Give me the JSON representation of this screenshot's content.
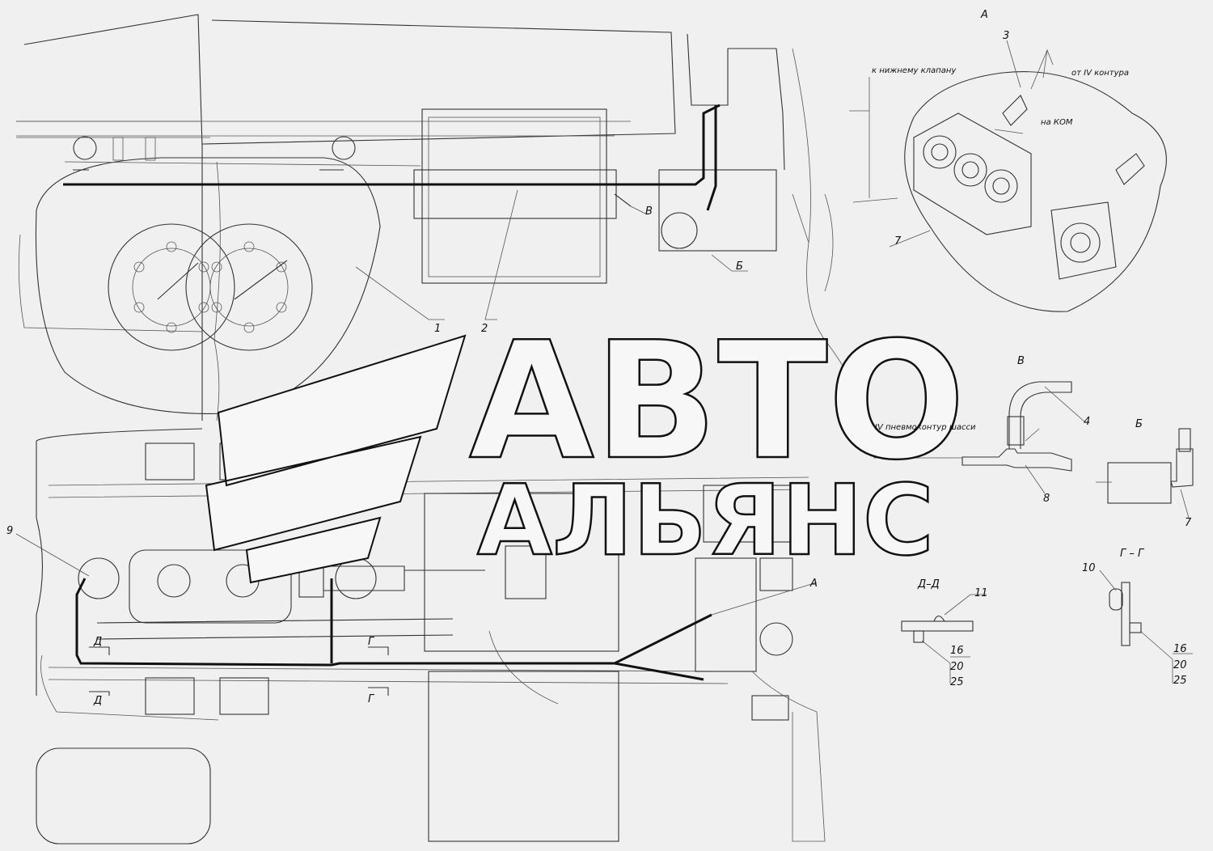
{
  "watermark": {
    "line1": "АВТО",
    "line2": "АЛЬЯНС"
  },
  "views": {
    "A": {
      "title": "А",
      "to_lower_valve": "к нижнему клапану",
      "from_circuit": "от IV контура",
      "to_pto": "на КОМ"
    },
    "B": {
      "title": "В",
      "circuit_label": "IV пневмоконтур шасси"
    },
    "Bsmall": {
      "title": "Б"
    },
    "DD": {
      "title": "Д–Д"
    },
    "GG": {
      "title": "Г – Г"
    }
  },
  "callouts": {
    "c1": "1",
    "c2": "2",
    "c3": "3",
    "c4": "4",
    "c7a": "7",
    "c7b": "7",
    "c8": "8",
    "c9": "9",
    "c10": "10",
    "c11": "11",
    "c16a": "16",
    "c20a": "20",
    "c25a": "25",
    "c16b": "16",
    "c20b": "20",
    "c25b": "25"
  },
  "markers": {
    "v": "В",
    "b": "Б",
    "a": "А",
    "d1": "Д",
    "d2": "Д",
    "g1": "Г",
    "g2": "Г"
  },
  "colors": {
    "background": "#f0f0f0",
    "line": "#222222",
    "watermark_fill": "#f7f7f7"
  }
}
